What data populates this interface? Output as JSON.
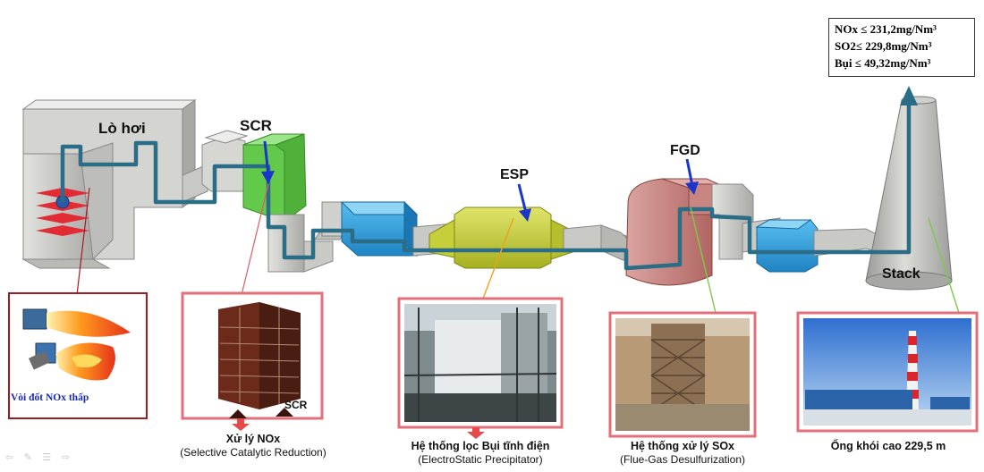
{
  "labels": {
    "boiler": "Lò hơi",
    "scr": "SCR",
    "esp": "ESP",
    "fgd": "FGD",
    "stack": "Stack",
    "scr_photo": "SCR",
    "burner_photo": "Vòi đốt NOx  thấp"
  },
  "emissions": [
    "NOx ≤ 231,2mg/Nm³",
    "SO2≤ 229,8mg/Nm³",
    "Bụi ≤ 49,32mg/Nm³"
  ],
  "captions": {
    "scr": {
      "title": "Xử lý NOx",
      "subtitle": "(Selective Catalytic Reduction)"
    },
    "esp": {
      "title": "Hệ thống lọc Bụi tĩnh điện",
      "subtitle": "(ElectroStatic Precipitator)"
    },
    "fgd": {
      "title": "Hệ thống xử lý SOx",
      "subtitle": "(Flue-Gas Desulfurization)"
    },
    "stack": {
      "title": "Ống khói cao 229,5 m"
    }
  },
  "colors": {
    "duct": "#c9c9c6",
    "flow_line": "#2b6c87",
    "scr_unit": "#6fd45a",
    "esp_unit": "#c3cd3a",
    "fgd_unit": "#c77a77",
    "heat_exchanger": "#2e9fd8",
    "frame_border": "#d8626a",
    "boiler_frame": "#9b1c22",
    "pointer_arrow": "#1a36c8"
  },
  "icons": [
    "flame-icon",
    "down-arrow-icon",
    "up-arrow-icon"
  ]
}
